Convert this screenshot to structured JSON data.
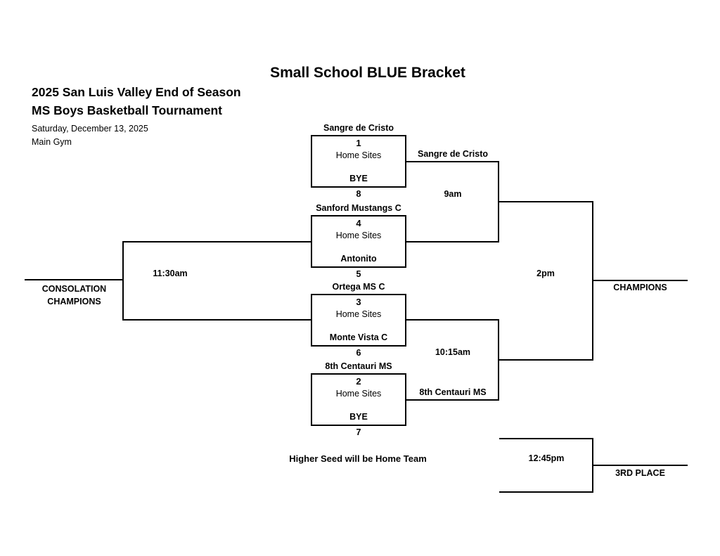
{
  "header": {
    "title": "Small School BLUE Bracket",
    "event_line1": "2025 San Luis Valley End of Season",
    "event_line2": "MS Boys Basketball Tournament",
    "date": "Saturday, December 13, 2025",
    "venue": "Main Gym"
  },
  "bracket": {
    "games": [
      {
        "top_team": "Sangre de Cristo",
        "seed": "1",
        "site": "Home Sites",
        "bottom_team": "BYE",
        "game_number": "8"
      },
      {
        "top_team": "Sanford Mustangs C",
        "seed": "4",
        "site": "Home Sites",
        "bottom_team": "Antonito",
        "game_number": "5"
      },
      {
        "top_team": "Ortega MS C",
        "seed": "3",
        "site": "Home Sites",
        "bottom_team": "Monte Vista C",
        "game_number": "6"
      },
      {
        "top_team": "8th Centauri MS",
        "seed": "2",
        "site": "Home Sites",
        "bottom_team": "BYE",
        "game_number": "7"
      }
    ],
    "semifinal1": {
      "winner": "Sangre de Cristo",
      "time": "9am"
    },
    "semifinal2": {
      "winner": "8th Centauri MS",
      "time": "10:15am"
    },
    "consolation": {
      "time": "11:30am",
      "label_line1": "CONSOLATION",
      "label_line2": "CHAMPIONS"
    },
    "final": {
      "time": "2pm",
      "label": "CHAMPIONS"
    },
    "third_place": {
      "time": "12:45pm",
      "label": "3RD PLACE"
    }
  },
  "footnote": "Higher Seed will be Home Team",
  "colors": {
    "ink": "#000000",
    "background": "#ffffff"
  }
}
